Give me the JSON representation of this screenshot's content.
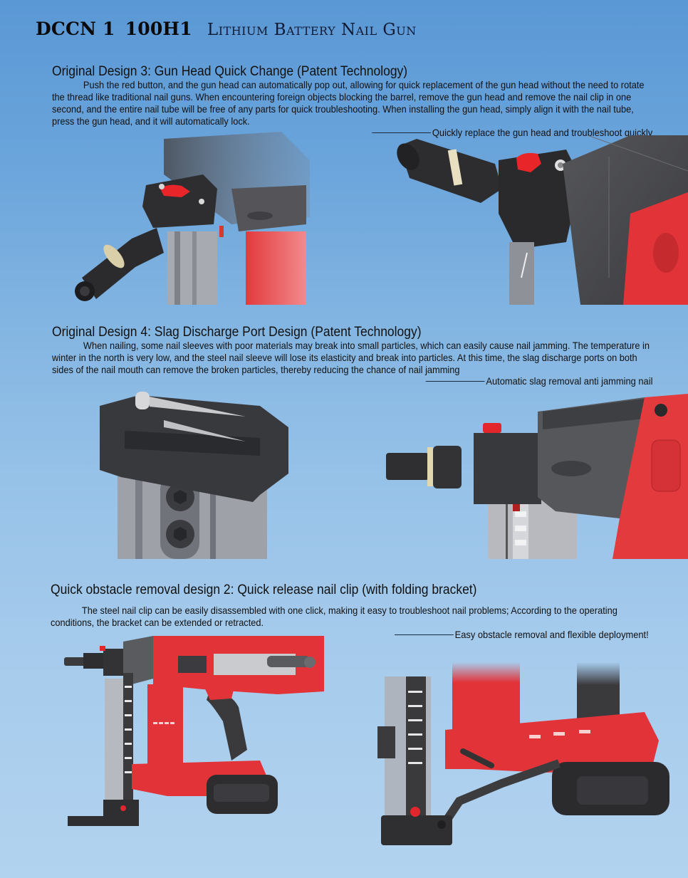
{
  "header": {
    "model_part1": "DCCN 1",
    "model_part2": "100H1",
    "product_name": "Lithium Battery Nail Gun"
  },
  "sections": [
    {
      "title": "Original Design 3: Gun Head Quick Change (Patent Technology)",
      "body": "Push the red button, and the gun head can automatically pop out, allowing for quick replacement of the gun head without the need to rotate the thread like traditional nail guns. When encountering foreign objects blocking the barrel, remove the gun head and remove the nail clip in one second, and the entire nail tube will be free of any parts for quick troubleshooting. When installing the gun head, simply align it with the nail tube, press the gun head, and it will automatically lock.",
      "caption": "Quickly replace the gun head and troubleshoot quickly",
      "figures": [
        {
          "label": "Gun head close-up with red release button (angled view)"
        },
        {
          "label": "Gun head mounted on tool body (top angled view)"
        }
      ]
    },
    {
      "title": "Original Design 4: Slag Discharge Port Design (Patent Technology)",
      "body": "When nailing, some nail sleeves with poor materials may break into small particles, which can easily cause nail jamming. The temperature in winter in the north is very low, and the steel nail sleeve will lose its elasticity and break into particles. At this time, the slag discharge ports on both sides of the nail mouth can remove the broken particles, thereby reducing the chance of nail jamming",
      "caption": "Automatic slag removal anti jamming nail",
      "figures": [
        {
          "label": "Nail mouth with slag discharge ports and nails"
        },
        {
          "label": "Side view of gun head and magazine"
        }
      ]
    },
    {
      "title": "Quick obstacle removal design 2: Quick release nail clip (with folding bracket)",
      "body": "The steel nail clip can be easily disassembled with one click, making it easy to troubleshoot nail problems; According to the operating conditions, the bracket can be extended or retracted.",
      "caption": "Easy obstacle removal and flexible deployment!",
      "figures": [
        {
          "label": "Full nail gun side view with retracted bracket"
        },
        {
          "label": "Close-up of extended folding bracket under battery"
        }
      ]
    }
  ],
  "colors": {
    "tool_red": "#e8363a",
    "tool_dark": "#3c3c3e",
    "rail_gray": "#b9bcc2",
    "bg_top": "#5a98d5",
    "bg_bottom": "#b2d3ef"
  }
}
